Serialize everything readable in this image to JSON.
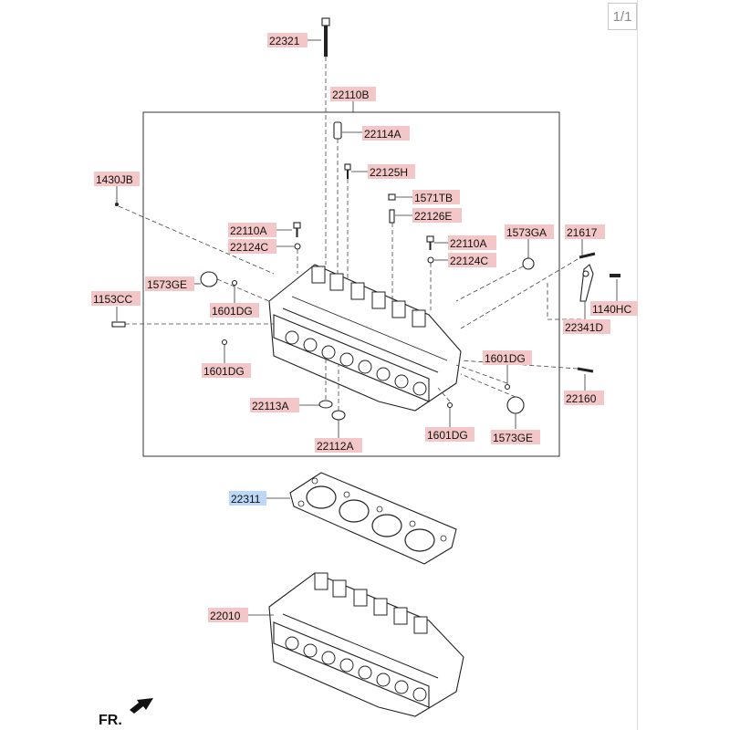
{
  "page_indicator": "1/1",
  "labels": {
    "l22321": "22321",
    "l22110B": "22110B",
    "l22114A": "22114A",
    "l22125H": "22125H",
    "l1430JB": "1430JB",
    "l1571TB": "1571TB",
    "l22126E": "22126E",
    "l22110A_1": "22110A",
    "l22124C_1": "22124C",
    "l1573GA": "1573GA",
    "l21617": "21617",
    "l22110A_2": "22110A",
    "l22124C_2": "22124C",
    "l1573GE_1": "1573GE",
    "l1153CC": "1153CC",
    "l1601DG_1": "1601DG",
    "l1140HC": "1140HC",
    "l22341D": "22341D",
    "l1601DG_2": "1601DG",
    "l1601DG_3": "1601DG",
    "l22160": "22160",
    "l22113A": "22113A",
    "l1601DG_4": "1601DG",
    "l1573GE_2": "1573GE",
    "l22112A": "22112A",
    "l22311": "22311",
    "l22010": "22010"
  },
  "front_marker": "FR."
}
